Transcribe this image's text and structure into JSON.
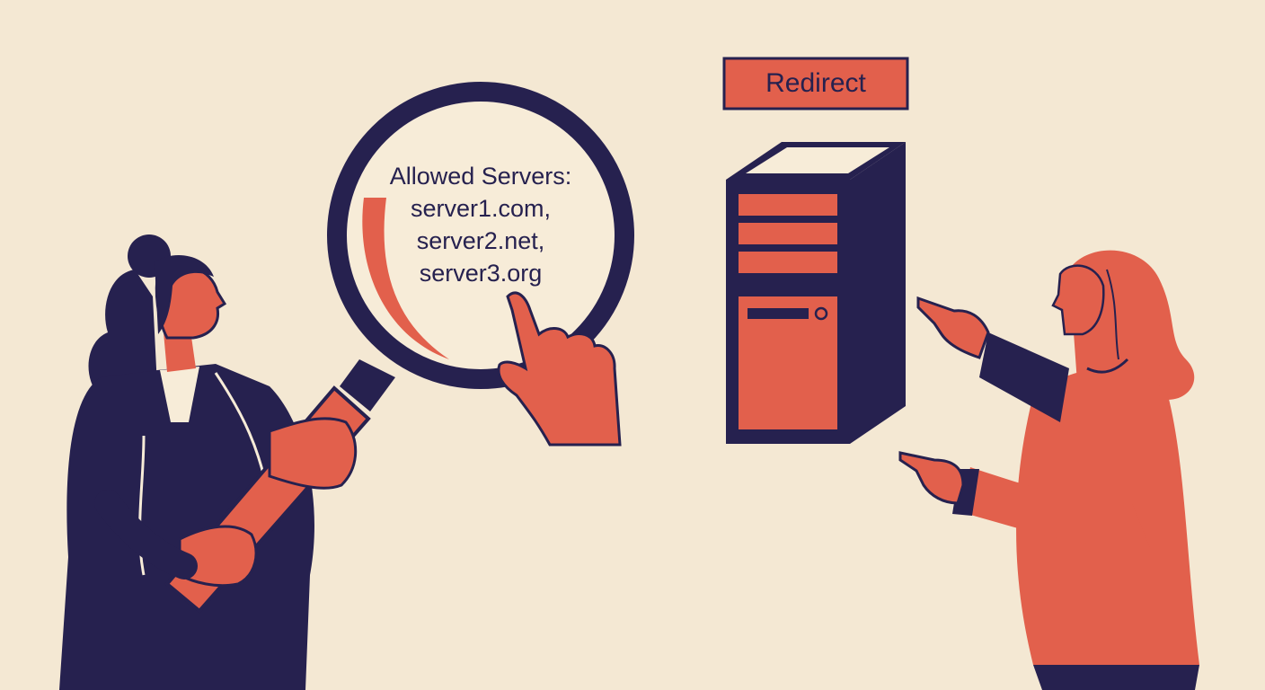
{
  "lens": {
    "heading": "Allowed Servers:",
    "servers": [
      "server1.com,",
      "server2.net,",
      "server3.org"
    ]
  },
  "redirect": {
    "label": "Redirect"
  },
  "colors": {
    "background": "#f4e8d3",
    "navy": "#26214f",
    "coral": "#e2604c",
    "cream": "#f7ecd8"
  },
  "icons": {
    "person_left": "woman-with-magnifier",
    "magnifier": "magnifying-glass-icon",
    "server": "server-tower-icon",
    "person_right": "woman-pointing"
  }
}
